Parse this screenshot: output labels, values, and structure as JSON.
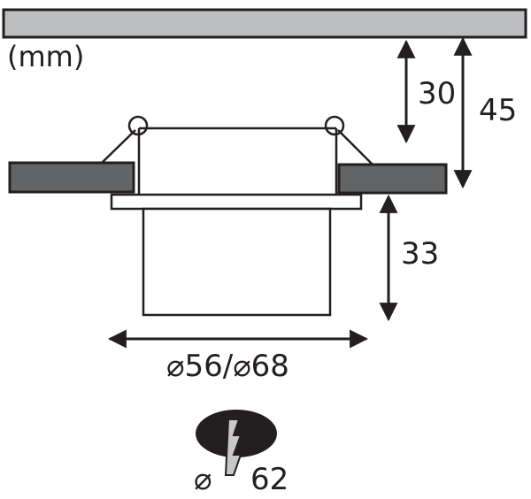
{
  "diagram": {
    "type": "recessed-downlight-installation-dimensions",
    "unit_label": "(mm)",
    "dimensions": {
      "min_ceiling_depth": "30",
      "total_ceiling_depth": "45",
      "housing_height": "33",
      "diameter": "⌀56/⌀68",
      "cutout_symbol": "⌀",
      "cutout_diameter": "62"
    },
    "colors": {
      "ceiling_panel": "#bcbec0",
      "ceiling_board": "#636466",
      "stroke": "#231f20",
      "drill_hole": "#231f20",
      "drill_bit": "#c8c8c8"
    }
  }
}
